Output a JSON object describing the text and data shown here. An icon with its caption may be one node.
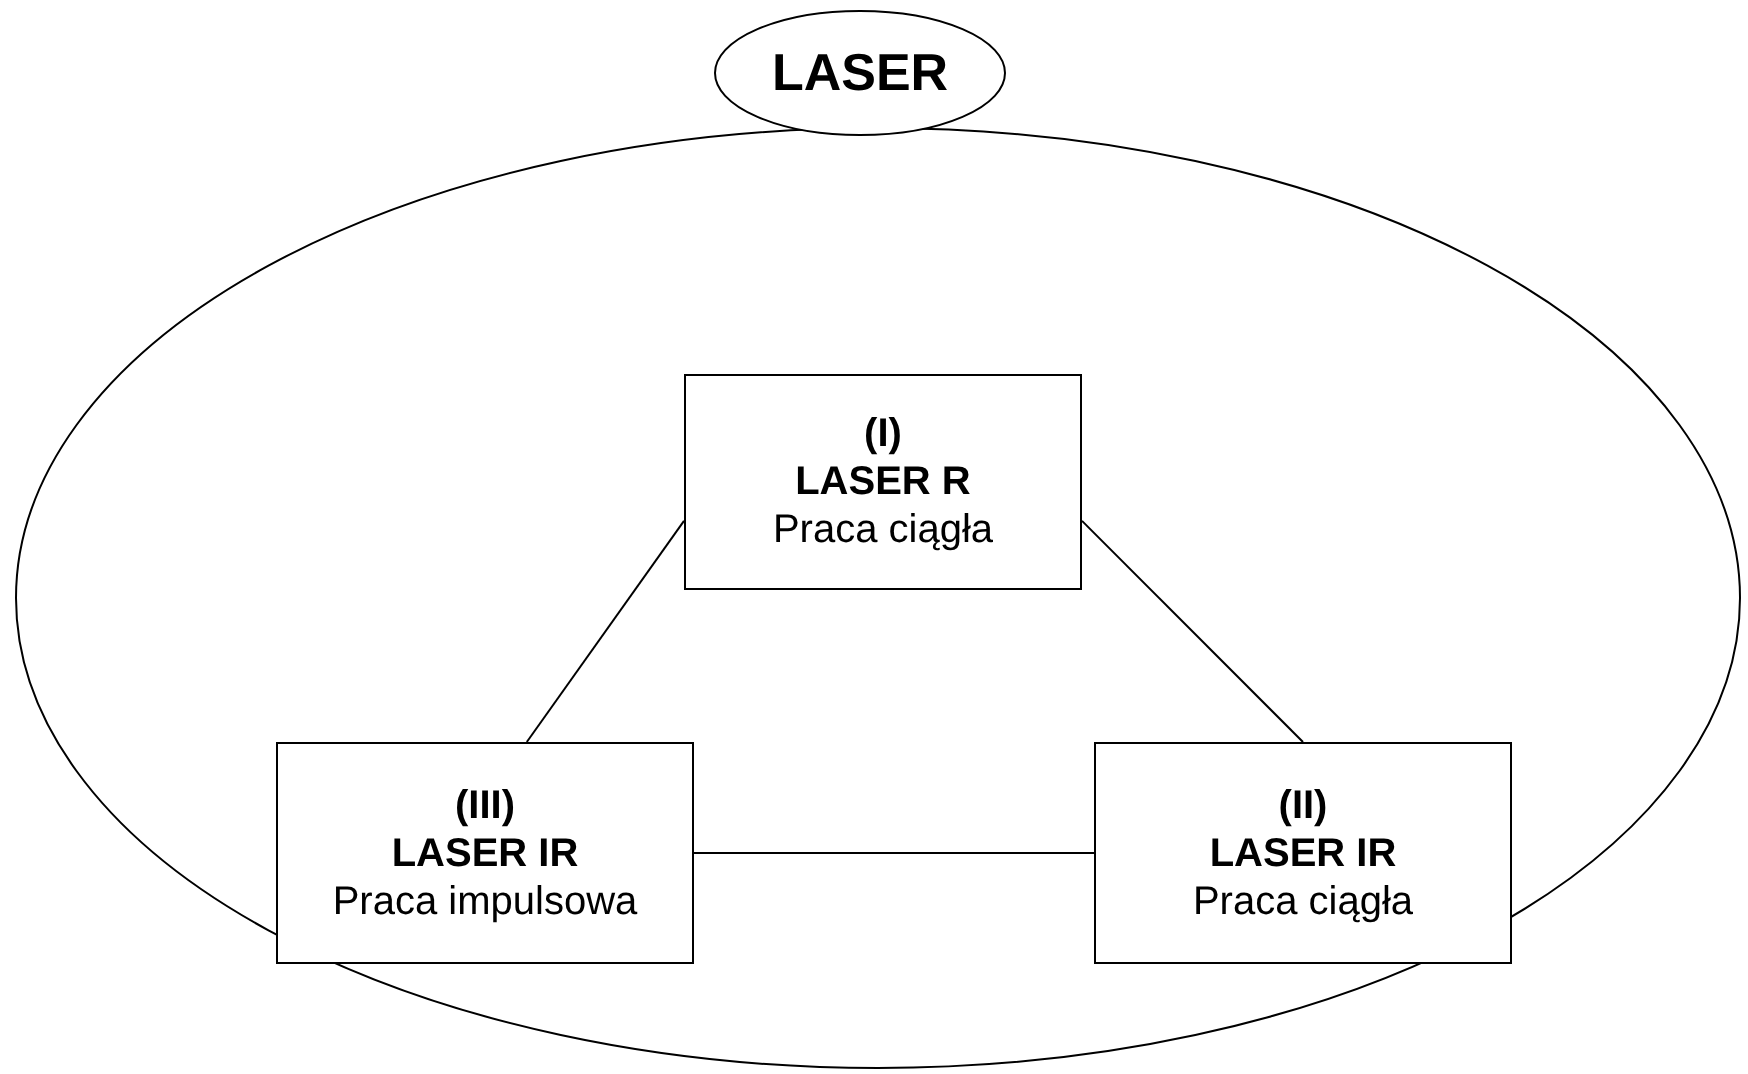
{
  "diagram": {
    "nodes": [
      {
        "text": [
          "LASER"
        ]
      },
      {
        "text": [
          "(I)",
          "LASER R",
          "Praca ciągła"
        ],
        "in": 0
      },
      {
        "text": [
          "(III)",
          "LASER IR",
          "Praca impulsowa"
        ],
        "in": 0
      },
      {
        "text": [
          "(II)",
          "LASER IR",
          "Praca ciągła"
        ],
        "in": 0
      }
    ],
    "edges": [
      {
        "from": 1,
        "to": 2,
        "arrow": "none"
      },
      {
        "from": 1,
        "to": 3,
        "arrow": "none"
      },
      {
        "from": 2,
        "to": 3,
        "arrow": "none"
      }
    ]
  }
}
